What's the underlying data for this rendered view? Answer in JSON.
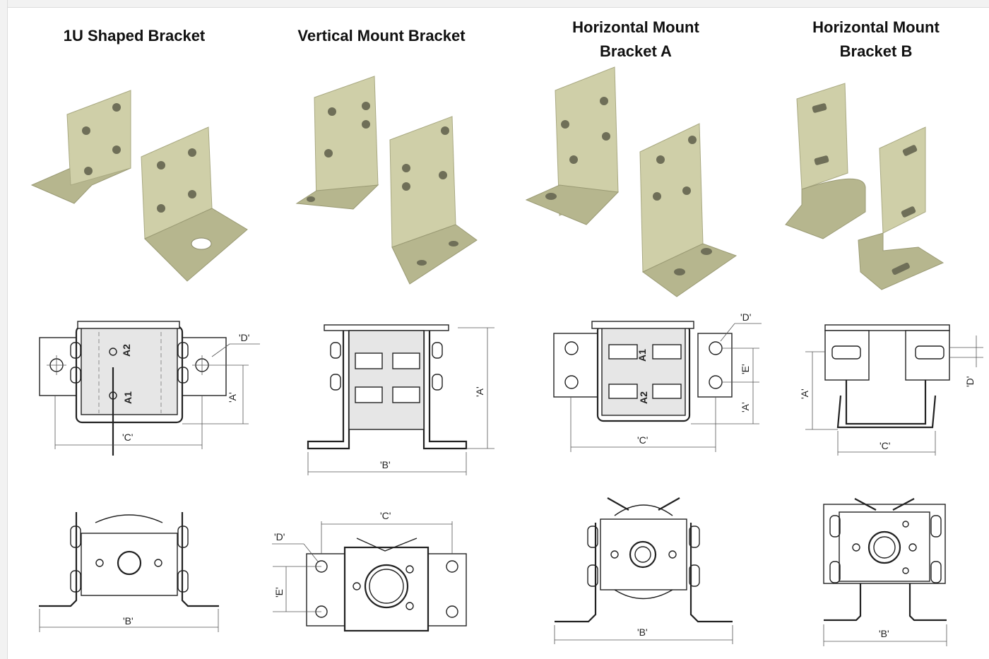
{
  "titles": [
    {
      "line1": "1U Shaped Bracket",
      "line2": ""
    },
    {
      "line1": "Vertical Mount Bracket",
      "line2": ""
    },
    {
      "line1": "Horizontal Mount",
      "line2": "Bracket A"
    },
    {
      "line1": "Horizontal Mount",
      "line2": "Bracket B"
    }
  ],
  "dims": {
    "A": "'A'",
    "B": "'B'",
    "C": "'C'",
    "D": "'D'",
    "E": "'E'"
  },
  "terminals": {
    "a1": "A1",
    "a2": "A2"
  },
  "colors": {
    "metal": "#cfcfa8",
    "line": "#222222"
  }
}
